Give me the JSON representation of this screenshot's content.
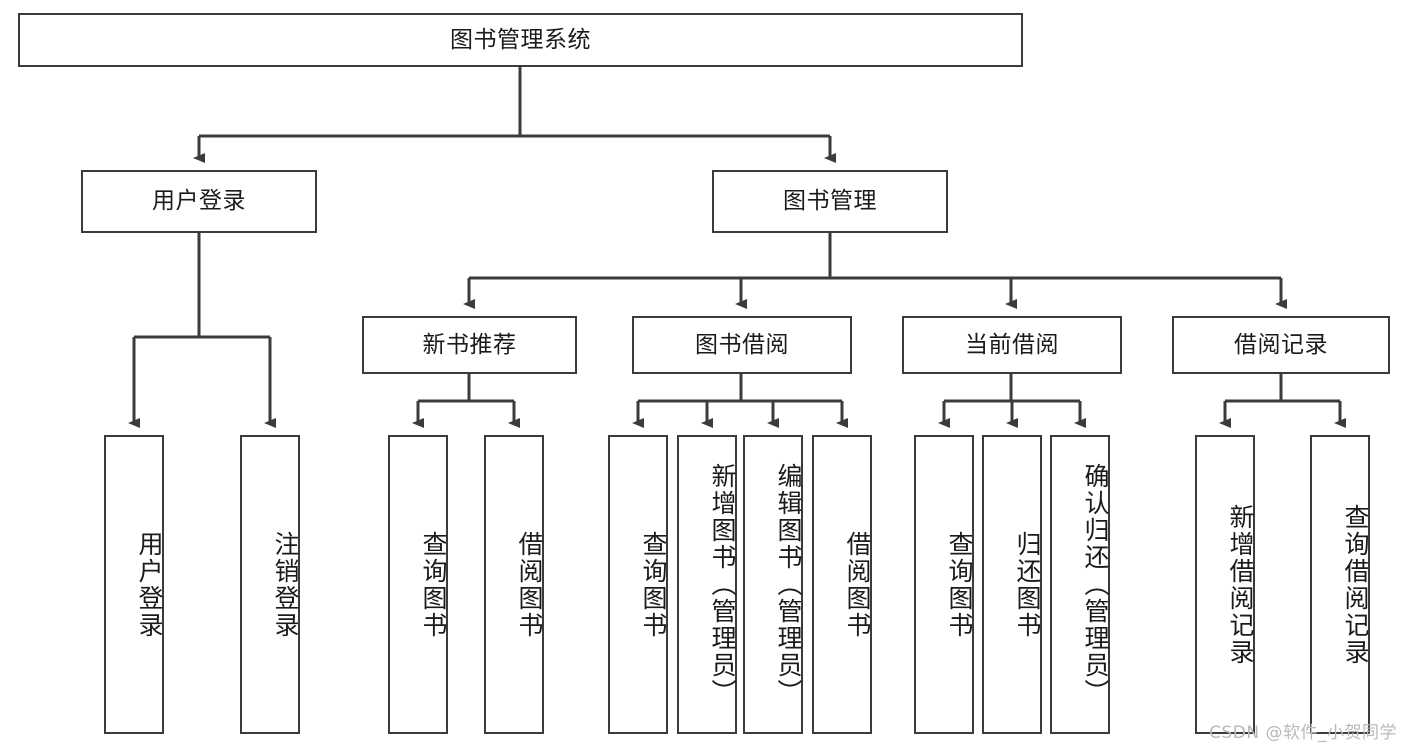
{
  "diagram": {
    "title_text": "图书管理系统",
    "type": "tree-hierarchy-diagram",
    "root": {
      "label": "图书管理系统"
    },
    "level2": [
      {
        "label": "用户登录"
      },
      {
        "label": "图书管理"
      }
    ],
    "level3": [
      {
        "label": "新书推荐"
      },
      {
        "label": "图书借阅"
      },
      {
        "label": "当前借阅"
      },
      {
        "label": "借阅记录"
      }
    ],
    "leaves": {
      "user_login": [
        {
          "label": "用户登录"
        },
        {
          "label": "注销登录"
        }
      ],
      "new_book_recommend": [
        {
          "label": "查询图书"
        },
        {
          "label": "借阅图书"
        }
      ],
      "book_borrow": [
        {
          "label": "查询图书"
        },
        {
          "label": "新增图书（管理员）"
        },
        {
          "label": "编辑图书（管理员）"
        },
        {
          "label": "借阅图书"
        }
      ],
      "current_borrow": [
        {
          "label": "查询图书"
        },
        {
          "label": "归还图书"
        },
        {
          "label": "确认归还（管理员）"
        }
      ],
      "borrow_records": [
        {
          "label": "新增借阅记录"
        },
        {
          "label": "查询借阅记录"
        }
      ]
    }
  },
  "watermark": {
    "text": "CSDN @软件_小贺同学"
  },
  "colors": {
    "stroke": "#3b3b3b",
    "box_fill": "#ffffff",
    "text": "#1b1b1b",
    "watermark": "#b9b9b9"
  }
}
